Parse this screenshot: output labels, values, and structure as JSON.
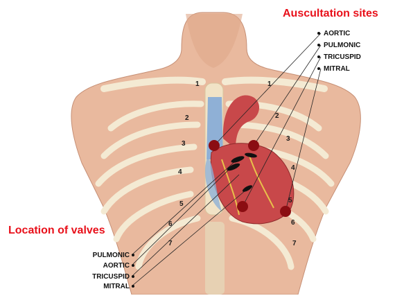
{
  "titles": {
    "auscultation": "Auscultation sites",
    "valves": "Location of valves"
  },
  "auscultation_labels": [
    "AORTIC",
    "PULMONIC",
    "TRICUSPID",
    "MITRAL"
  ],
  "valve_labels": [
    "PULMONIC",
    "AORTIC",
    "TRICUSPID",
    "MITRAL"
  ],
  "rib_numbers": {
    "left": [
      "1",
      "2",
      "3",
      "4",
      "5",
      "6",
      "7"
    ],
    "right": [
      "1",
      "2",
      "3",
      "4",
      "5",
      "6",
      "7"
    ]
  },
  "colors": {
    "title": "#e8101a",
    "site_dot": "#8b0d12",
    "valve_mark": "#111111",
    "skin": "#e9b99e",
    "rib": "#f4ead3",
    "heart": "#c8484a",
    "vessel_blue": "#8fb0d6"
  }
}
